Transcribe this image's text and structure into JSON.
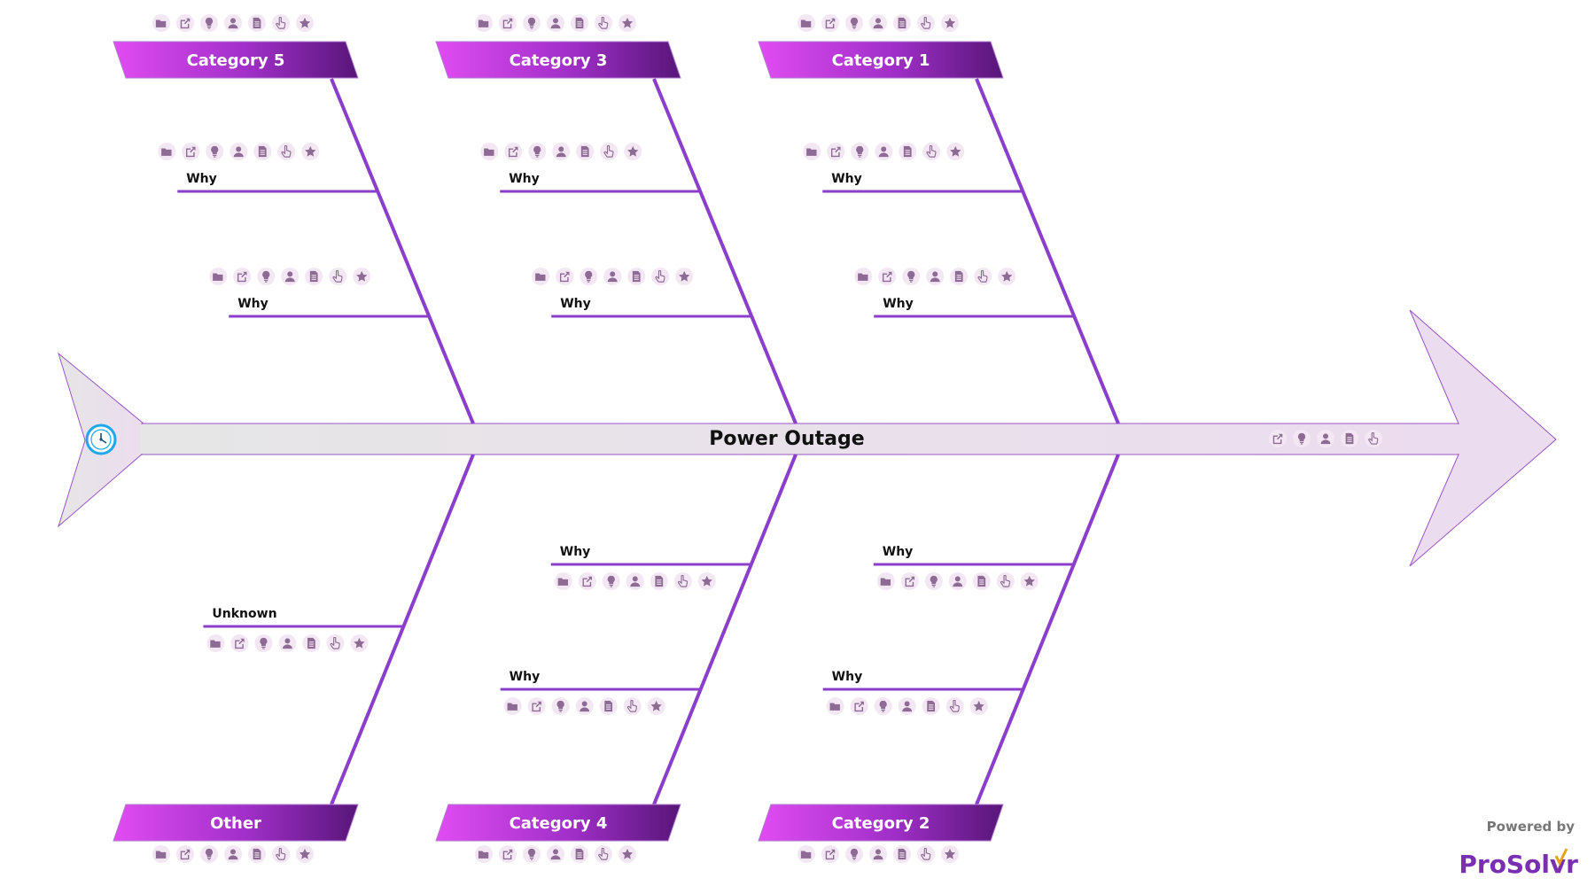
{
  "title": "Power Outage",
  "colors": {
    "bone": "#8b3ecb",
    "header_start": "#e04cf2",
    "header_end": "#571678",
    "spine_start": "#e6e6e6",
    "spine_end": "#ecdcef",
    "spine_border": "#9a55c7",
    "icon": "#8e6b94",
    "icon_bg": "#f3e7f4",
    "clock": "#1ea7f0",
    "brand": "#7a2fb3",
    "brand_accent": "#e6a21a"
  },
  "icon_set": [
    "folder-icon",
    "external-link-icon",
    "lightbulb-icon",
    "user-icon",
    "document-icon",
    "hand-pointer-icon",
    "star-icon"
  ],
  "spine_icon_set": [
    "external-link-icon",
    "lightbulb-icon",
    "user-icon",
    "document-icon",
    "hand-pointer-icon"
  ],
  "start_icon": "clock-icon",
  "categories": [
    {
      "id": "cat5",
      "label": "Category 5",
      "position": "top",
      "slot": 0,
      "causes": [
        {
          "label": "Why"
        },
        {
          "label": "Why"
        }
      ]
    },
    {
      "id": "cat3",
      "label": "Category 3",
      "position": "top",
      "slot": 1,
      "causes": [
        {
          "label": "Why"
        },
        {
          "label": "Why"
        }
      ]
    },
    {
      "id": "cat1",
      "label": "Category 1",
      "position": "top",
      "slot": 2,
      "causes": [
        {
          "label": "Why"
        },
        {
          "label": "Why"
        }
      ]
    },
    {
      "id": "other",
      "label": "Other",
      "position": "bottom",
      "slot": 0,
      "causes": [
        {
          "label": "Unknown"
        }
      ]
    },
    {
      "id": "cat4",
      "label": "Category 4",
      "position": "bottom",
      "slot": 1,
      "causes": [
        {
          "label": "Why"
        },
        {
          "label": "Why"
        }
      ]
    },
    {
      "id": "cat2",
      "label": "Category 2",
      "position": "bottom",
      "slot": 2,
      "causes": [
        {
          "label": "Why"
        },
        {
          "label": "Why"
        }
      ]
    }
  ],
  "branding": {
    "powered_by": "Powered by",
    "brand_name": "ProSolvr"
  }
}
